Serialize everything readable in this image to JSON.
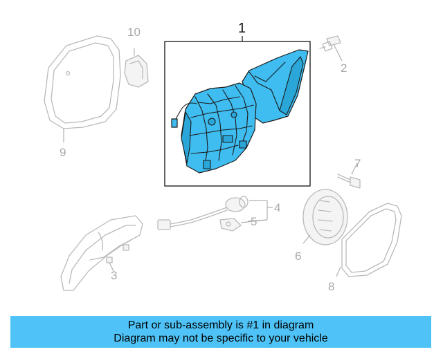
{
  "callouts": {
    "c1": "1",
    "c2": "2",
    "c3": "3",
    "c4": "4",
    "c5": "5",
    "c6": "6",
    "c7": "7",
    "c8": "8",
    "c9": "9",
    "c10": "10"
  },
  "banner": {
    "line1": "Part or sub-assembly is #1 in diagram",
    "line2": "Diagram may not be specific to your vehicle"
  },
  "colors": {
    "highlight": "#3fbdf0",
    "banner": "#4fc3f7",
    "ghost_lines": "#b9b9b9"
  }
}
